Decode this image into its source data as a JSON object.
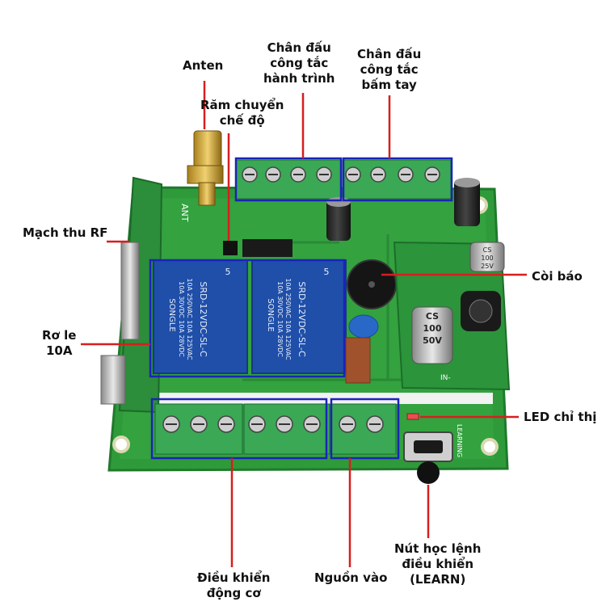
{
  "labels": {
    "antenna": "Anten",
    "mode_jumper": [
      "Răm chuyển",
      "chế độ"
    ],
    "limit_switch_terminals": [
      "Chân đấu",
      "công tắc",
      "hành trình"
    ],
    "push_button_terminals": [
      "Chân đấu",
      "công tắc",
      "bấm tay"
    ],
    "rf_receiver": "Mạch thu RF",
    "relay": [
      "Rơ le",
      "10A"
    ],
    "buzzer": "Còi báo",
    "led_indicator": "LED chỉ thị",
    "motor_control": [
      "Điều khiển",
      "động cơ"
    ],
    "power_input": "Nguồn vào",
    "learn_button": [
      "Nút học lệnh",
      "điều khiển",
      "(LEARN)"
    ]
  },
  "board_markings": {
    "relay_model": "SRD-12VDC-SL-C",
    "relay_brand": "SONGLE",
    "relay_rating_ac": "10A 250VAC  10A 125VAC",
    "relay_rating_dc": "10A 30VDC  10A 28VDC",
    "relay_pin_count": "5",
    "capacitor_text": [
      "CS",
      "100",
      "50V"
    ],
    "small_cap_text": [
      "CS",
      "100",
      "25V"
    ],
    "antenna_silk": "ANT",
    "learn_silk": "LEARNING",
    "in_silk": "IN-"
  },
  "colors": {
    "pcb": "#2f9a3a",
    "pcb_dark": "#1f7a2c",
    "terminal": "#3aa855",
    "relay": "#1f4fa8",
    "callout_line": "#d81e1e",
    "highlight_box": "#1a24b8"
  }
}
